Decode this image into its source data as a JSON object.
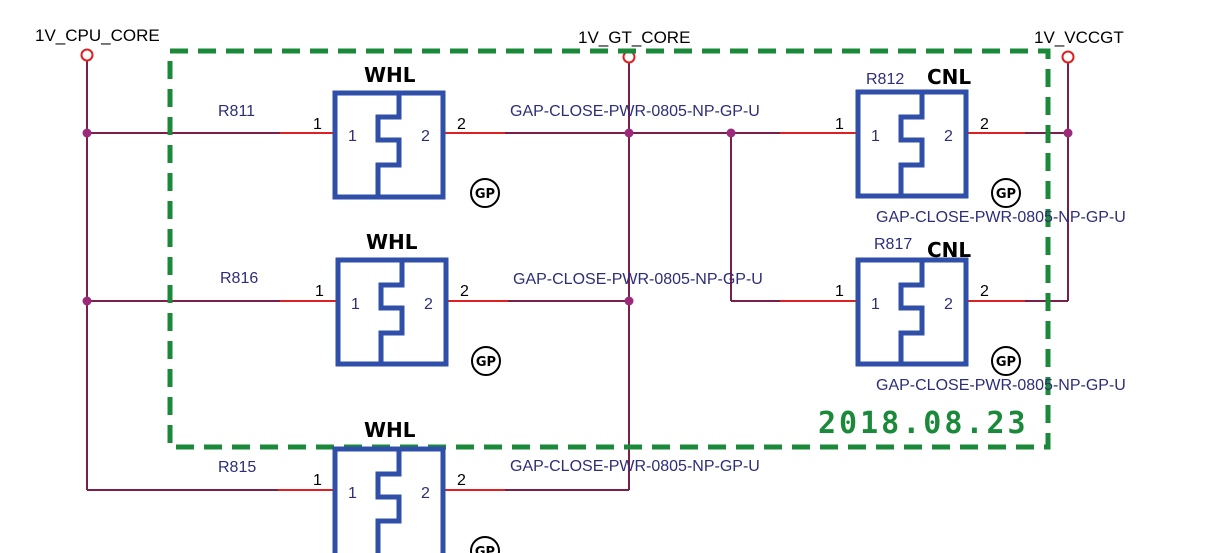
{
  "nets": {
    "cpu_core": "1V_CPU_CORE",
    "gt_core": "1V_GT_CORE",
    "vccgt": "1V_VCCGT"
  },
  "components": [
    {
      "ref": "R811",
      "variant": "WHL",
      "part": "GAP-CLOSE-PWR-0805-NP-GP-U",
      "pin1": "1",
      "pin2": "2",
      "badge": "GP"
    },
    {
      "ref": "R816",
      "variant": "WHL",
      "part": "GAP-CLOSE-PWR-0805-NP-GP-U",
      "pin1": "1",
      "pin2": "2",
      "badge": "GP"
    },
    {
      "ref": "R815",
      "variant": "WHL",
      "part": "GAP-CLOSE-PWR-0805-NP-GP-U",
      "pin1": "1",
      "pin2": "2",
      "badge": "GP"
    },
    {
      "ref": "R812",
      "variant": "CNL",
      "part": "GAP-CLOSE-PWR-0805-NP-GP-U",
      "pin1": "1",
      "pin2": "2",
      "badge": "GP"
    },
    {
      "ref": "R817",
      "variant": "CNL",
      "part": "GAP-CLOSE-PWR-0805-NP-GP-U",
      "pin1": "1",
      "pin2": "2",
      "badge": "GP"
    }
  ],
  "annotation": {
    "date": "2018.08.23"
  },
  "colors": {
    "wire": "#7a1f4a",
    "pin": "#e02020",
    "body": "#2f4fa8",
    "dashed_box": "#1a8a3a",
    "power_symbol": "#e02020"
  }
}
